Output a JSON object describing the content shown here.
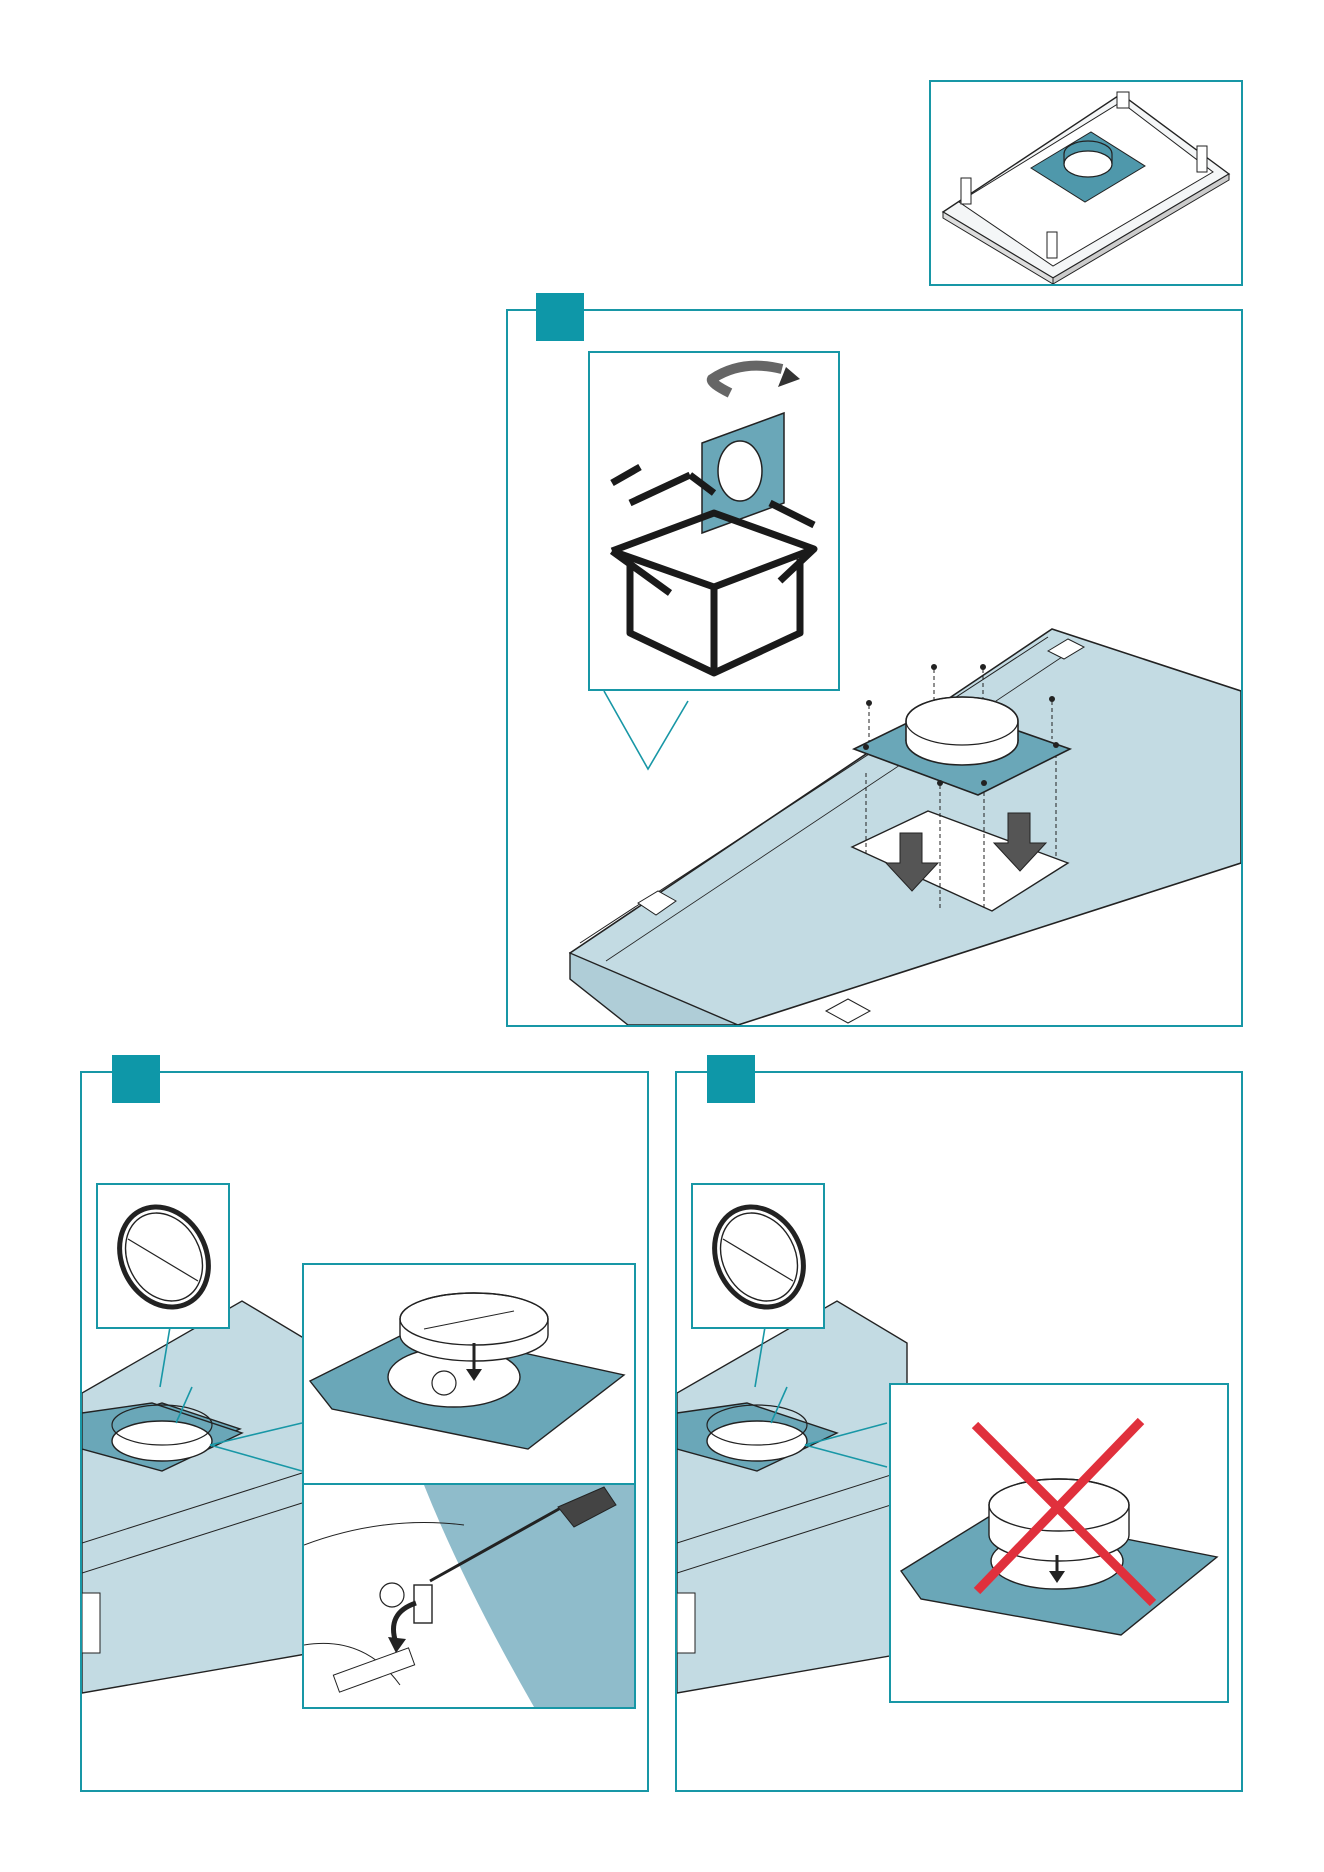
{
  "page": {
    "footer_code": " ",
    "colors": {
      "accent": "#1897a6",
      "badge": "#0e97a8",
      "hood": "#c3dbe3",
      "plate": "#6aa7b8",
      "cross": "#e0303c"
    }
  },
  "figures": {
    "overview": {
      "icon": "hood-overview-illustration"
    },
    "step1": {
      "icon": "flange-mounting-illustration"
    },
    "step2": {
      "icon": "flange-valve-removal-illustration"
    },
    "step3": {
      "icon": "flange-valve-incorrect-illustration"
    }
  }
}
